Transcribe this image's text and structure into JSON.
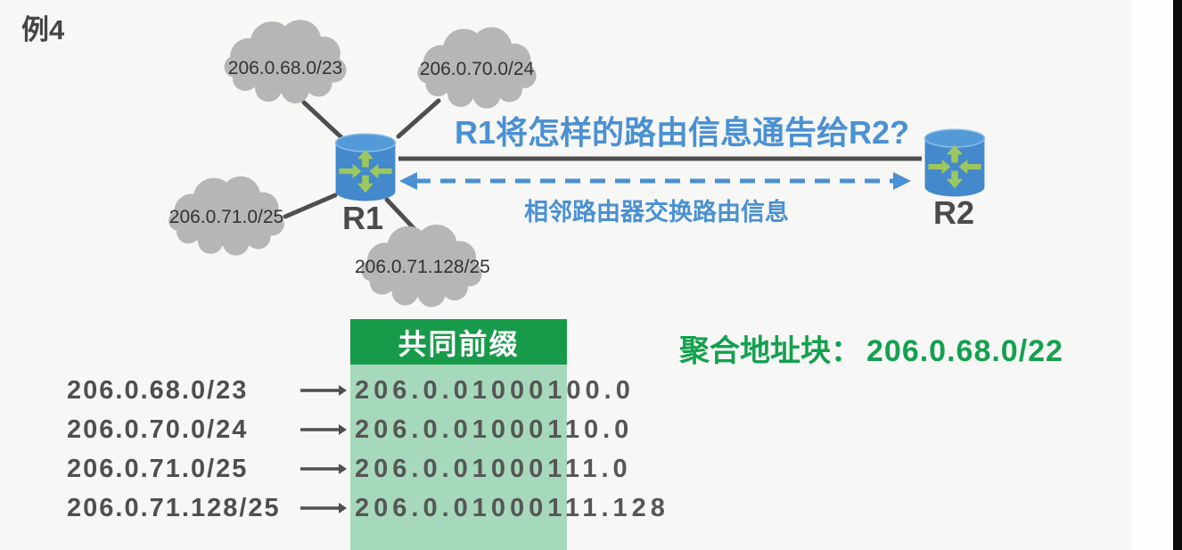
{
  "page": {
    "example_label": "例4"
  },
  "diagram": {
    "clouds": [
      {
        "label": "206.0.68.0/23"
      },
      {
        "label": "206.0.70.0/24"
      },
      {
        "label": "206.0.71.0/25"
      },
      {
        "label": "206.0.71.128/25"
      }
    ],
    "routers": [
      {
        "name": "R1"
      },
      {
        "name": "R2"
      }
    ],
    "question": "R1将怎样的路由信息通告给R2?",
    "link_caption": "相邻路由器交换路由信息"
  },
  "aggregation": {
    "header": "共同前缀",
    "rows": [
      {
        "cidr": "206.0.68.0/23",
        "binary_prefix": "206.0.010001",
        "binary_rest": "00.0"
      },
      {
        "cidr": "206.0.70.0/24",
        "binary_prefix": "206.0.010001",
        "binary_rest": "10.0"
      },
      {
        "cidr": "206.0.71.0/25",
        "binary_prefix": "206.0.010001",
        "binary_rest": "11.0"
      },
      {
        "cidr": "206.0.71.128/25",
        "binary_prefix": "206.0.010001",
        "binary_rest": "11.128"
      }
    ],
    "result_label": "聚合地址块：",
    "result_value": "206.0.68.0/22"
  },
  "colors": {
    "background": "#f7f7f6",
    "accent_blue": "#4a90d2",
    "router_body_blue": "#4389cb",
    "router_arrow_green": "#9dc75f",
    "cloud_gray": "#b6b6b6",
    "header_green": "#189a4b",
    "column_light_green": "#a6d9bb",
    "result_green": "#13a14e",
    "text_dark_gray": "#4f4f4f"
  }
}
